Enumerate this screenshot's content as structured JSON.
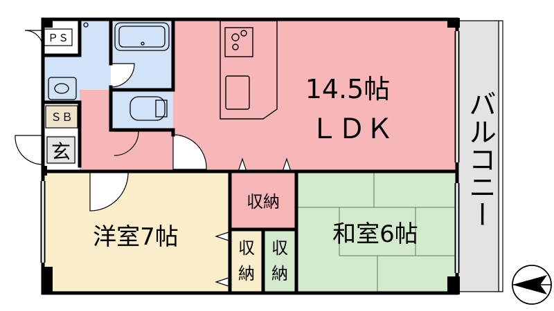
{
  "rooms": {
    "ldk": {
      "size": "14.5帖",
      "type": "ＬＤＫ",
      "color": "#f7b6b8"
    },
    "western": {
      "label": "洋室7帖",
      "color": "#fbeecb"
    },
    "japanese": {
      "label": "和室6帖",
      "color": "#d3eacc"
    },
    "storage_center": {
      "label": "収納",
      "color": "#f7b6b8"
    },
    "storage_small_left": {
      "line1": "収",
      "line2": "納",
      "color": "#fbeecb"
    },
    "storage_small_right": {
      "line1": "収",
      "line2": "納",
      "color": "#d3eacc"
    },
    "balcony": {
      "label": "バルコニー",
      "color": "#e3e3e3"
    },
    "wet_area": {
      "color": "#d2e3f7"
    }
  },
  "tags": {
    "ps": "ＰＳ",
    "sb": "ＳＢ",
    "entrance": "玄"
  },
  "compass": {
    "icon": "north-arrow-icon"
  },
  "colors": {
    "wall": "#000000",
    "tag_bg": "#efe3c9"
  }
}
